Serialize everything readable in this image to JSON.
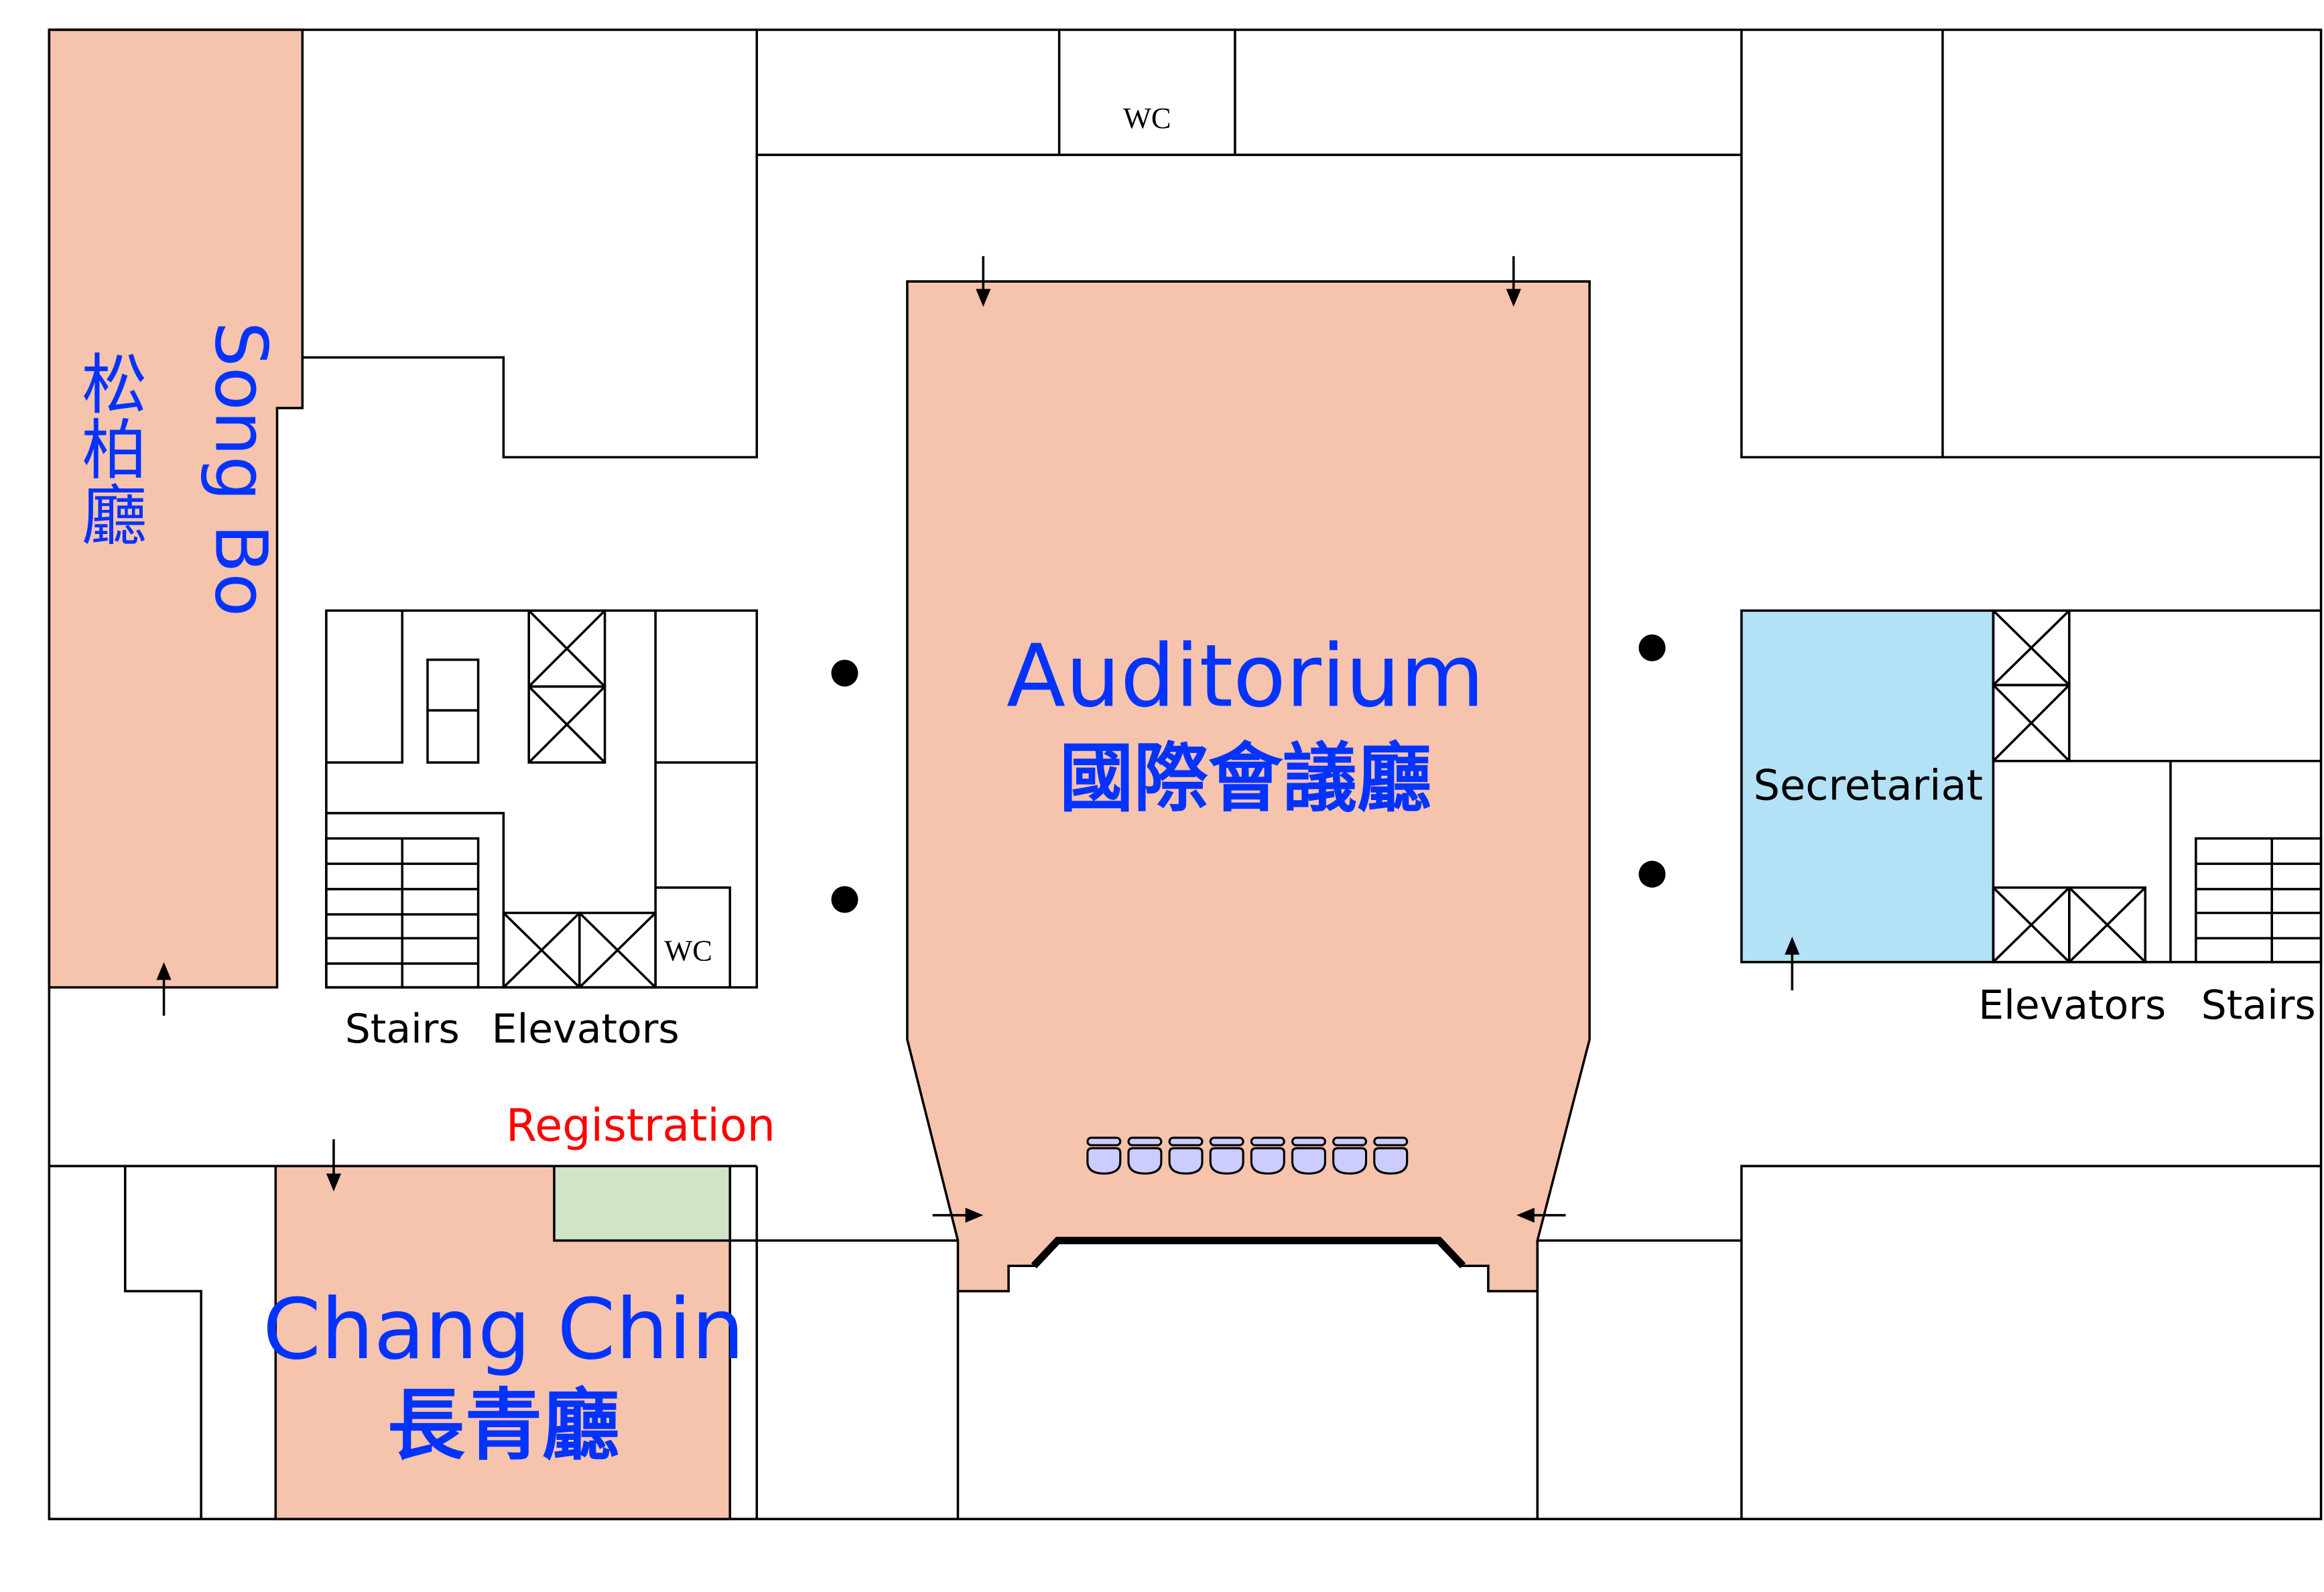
{
  "colors": {
    "hall_fill": "#f6c3ad",
    "secretariat_fill": "#b3e1f5",
    "registration_fill": "#cfe5c5",
    "room_label": "#0033ff",
    "registration_label": "#ff0000",
    "seat_fill": "#ccccff"
  },
  "rooms": {
    "song_bo": {
      "name_en": "Song Bo",
      "name_zh": "松柏廳"
    },
    "auditorium": {
      "name_en": "Auditorium",
      "name_zh": "國際會議廳"
    },
    "chang_chin": {
      "name_en": "Chang Chin",
      "name_zh": "長青廳"
    },
    "secretariat": {
      "name_en": "Secretariat"
    },
    "registration": {
      "name_en": "Registration"
    }
  },
  "labels": {
    "wc_top": "WC",
    "wc_left_core": "WC",
    "left_stairs": "Stairs",
    "left_elevators": "Elevators",
    "right_elevators": "Elevators",
    "right_stairs": "Stairs"
  },
  "stage": {
    "seat_count": 8
  }
}
